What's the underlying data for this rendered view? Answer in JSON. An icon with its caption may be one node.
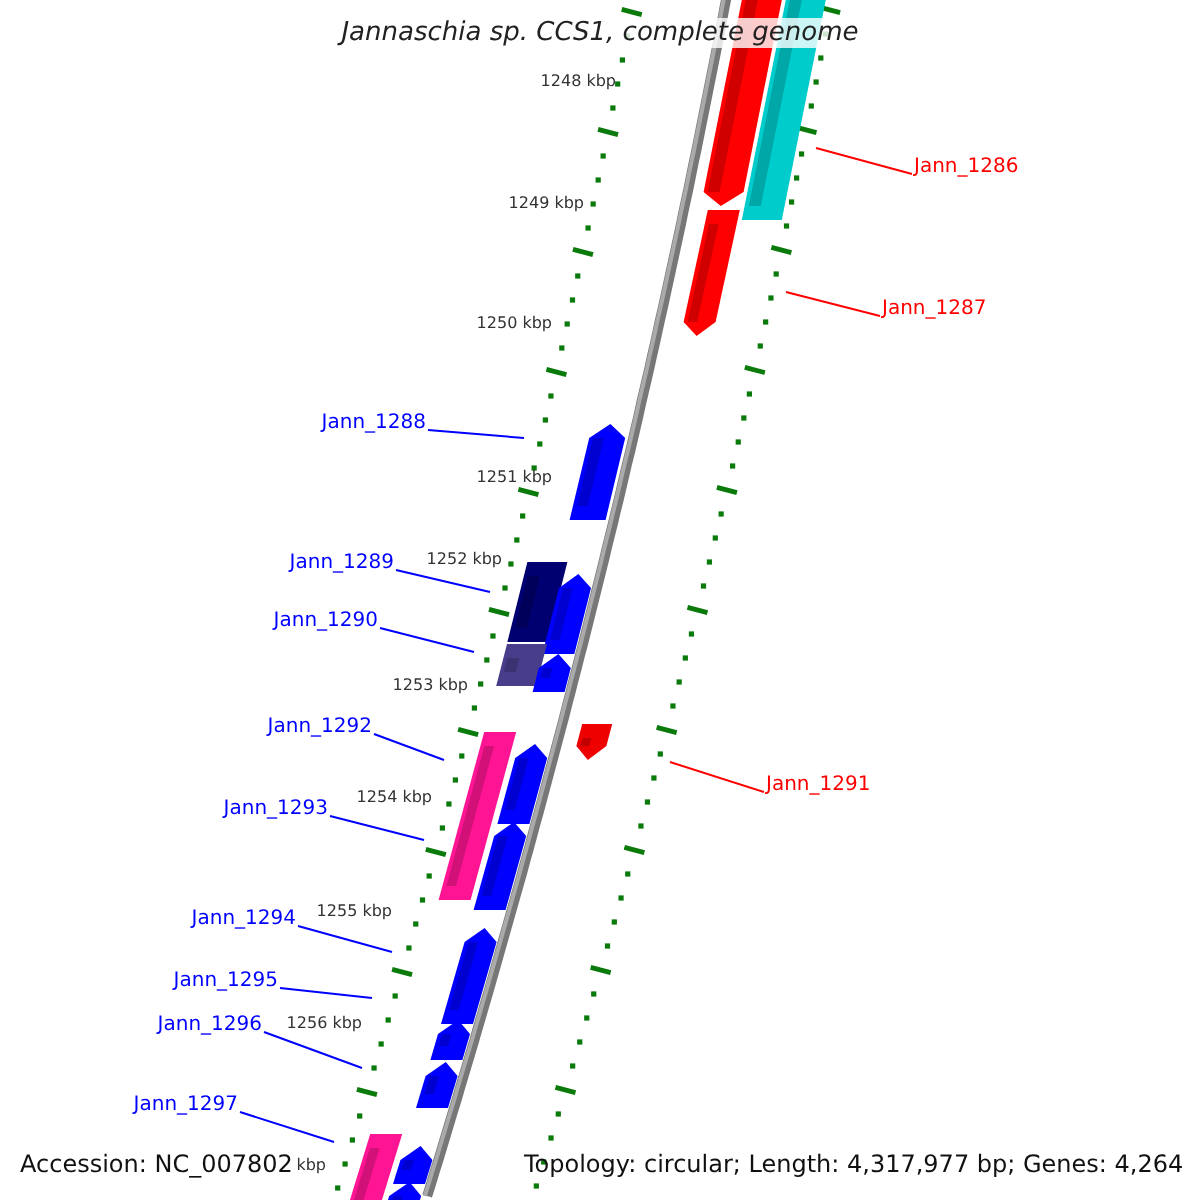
{
  "diagram": {
    "title": "Jannaschia sp. CCS1, complete genome",
    "nodes": [
      {
        "text": [
          "Jann_1286"
        ]
      },
      {
        "text": [
          "Jann_1287"
        ]
      },
      {
        "text": [
          "Jann_1288"
        ]
      },
      {
        "text": [
          "Jann_1289"
        ]
      },
      {
        "text": [
          "Jann_1290"
        ]
      },
      {
        "text": [
          "Jann_1292"
        ]
      },
      {
        "text": [
          "Jann_1291"
        ]
      },
      {
        "text": [
          "Jann_1293"
        ]
      },
      {
        "text": [
          "Jann_1294"
        ]
      },
      {
        "text": [
          "Jann_1295"
        ]
      },
      {
        "text": [
          "Jann_1296"
        ]
      },
      {
        "text": [
          "Jann_1297"
        ]
      }
    ],
    "edges": [
      {
        "from": 0,
        "to": null,
        "arrow": "none",
        "color": "#ff0000"
      },
      {
        "from": 1,
        "to": null,
        "arrow": "none",
        "color": "#ff0000"
      },
      {
        "from": 2,
        "to": null,
        "arrow": "none"
      },
      {
        "from": 3,
        "to": null,
        "arrow": "none"
      },
      {
        "from": 4,
        "to": null,
        "arrow": "none"
      },
      {
        "from": 5,
        "to": null,
        "arrow": "none"
      },
      {
        "from": 6,
        "to": null,
        "arrow": "none",
        "color": "#ff0000"
      },
      {
        "from": 7,
        "to": null,
        "arrow": "none"
      },
      {
        "from": 8,
        "to": null,
        "arrow": "none"
      },
      {
        "from": 9,
        "to": null,
        "arrow": "none"
      },
      {
        "from": 10,
        "to": null,
        "arrow": "none"
      },
      {
        "from": 11,
        "to": null,
        "arrow": "none"
      }
    ],
    "labels": [
      "1248 kbp",
      "1249 kbp",
      "1250 kbp",
      "1251 kbp",
      "1252 kbp",
      "1253 kbp",
      "1254 kbp",
      "1255 kbp",
      "1256 kbp",
      "kbp",
      "Accession: NC_007802",
      "Topology: circular; Length: 4,317,977 bp; Genes: 4,264"
    ]
  }
}
